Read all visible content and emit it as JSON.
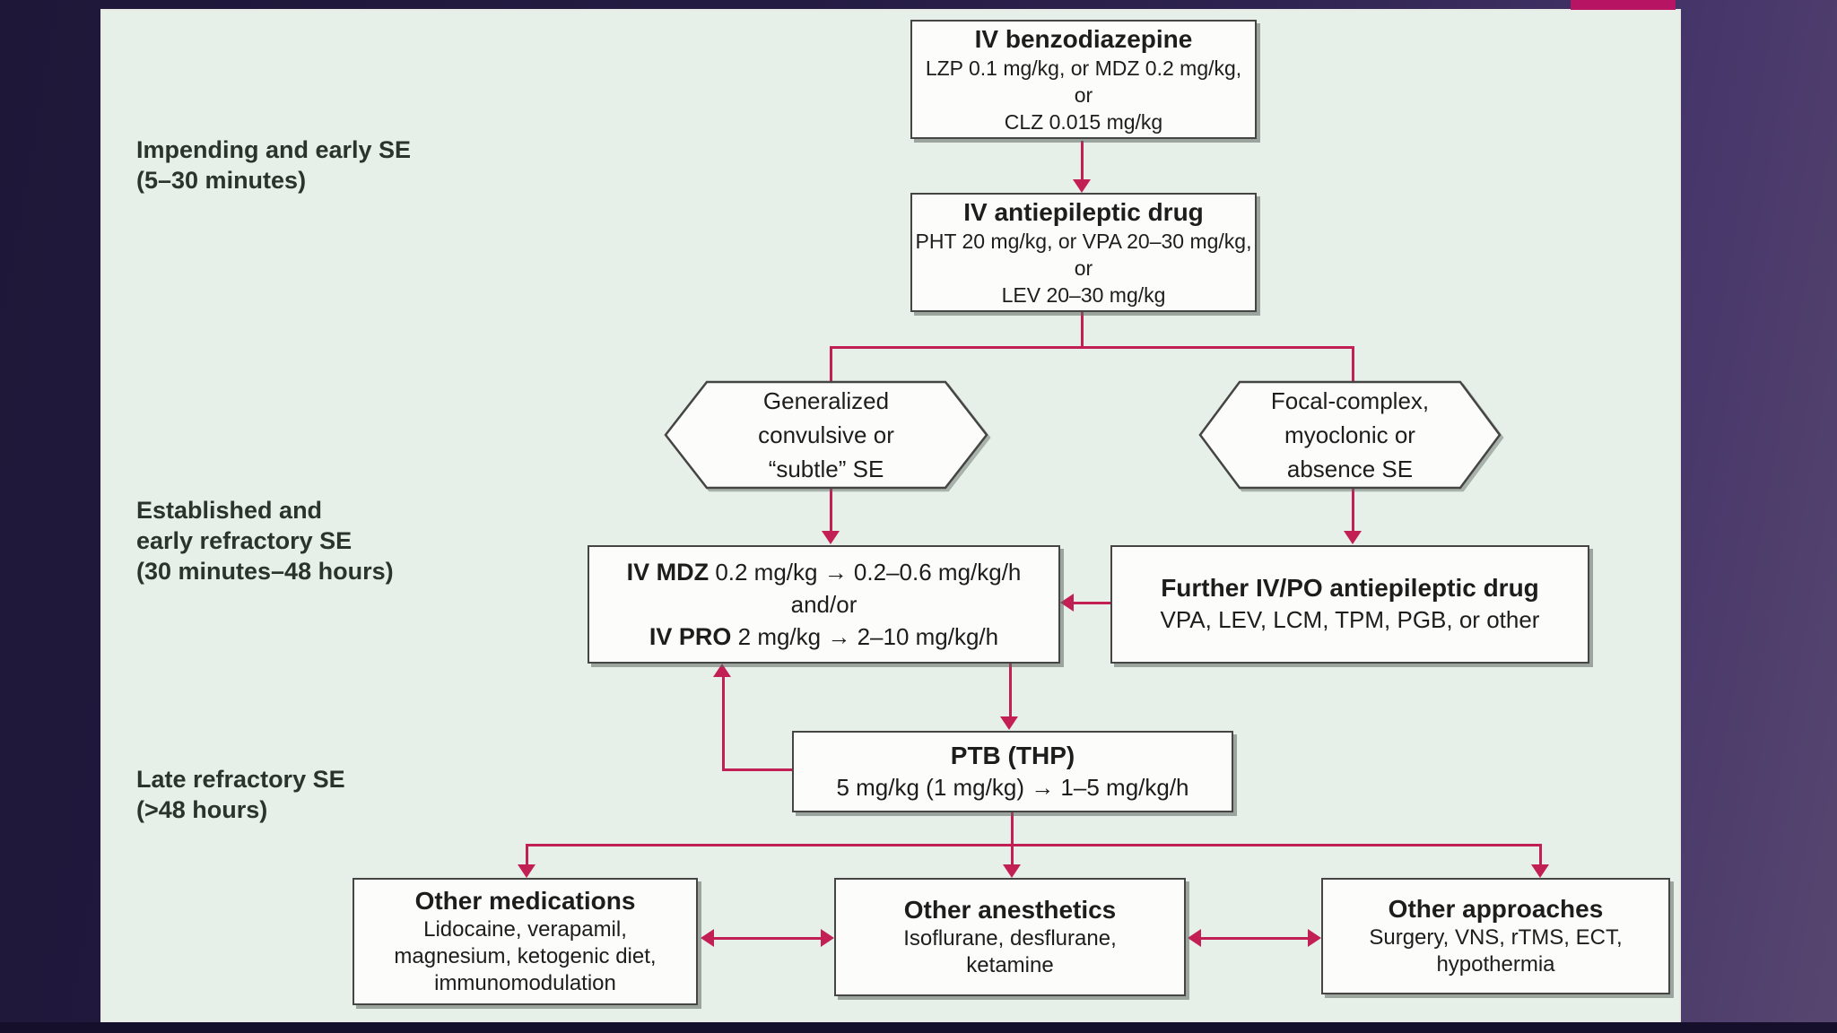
{
  "colors": {
    "accent_arrow": "#c22055",
    "accent_pink": "#b81464",
    "panel_bg": "#e6efe8",
    "background_purple": "#2e2350",
    "box_border": "#454543"
  },
  "stage_labels": [
    {
      "line1": "Impending and early SE",
      "line2": "(5–30 minutes)"
    },
    {
      "line1": "Established and",
      "line2": "early refractory SE",
      "line3": "(30 minutes–48 hours)"
    },
    {
      "line1": "Late refractory SE",
      "line2": "(>48 hours)"
    }
  ],
  "boxes": {
    "benzo": {
      "title": "IV benzodiazepine",
      "line1": "LZP 0.1 mg/kg, or MDZ 0.2 mg/kg,",
      "line2": "or",
      "line3": "CLZ 0.015 mg/kg"
    },
    "aed": {
      "title": "IV antiepileptic drug",
      "line1": "PHT 20 mg/kg, or VPA 20–30 mg/kg,",
      "line2": "or",
      "line3": "LEV 20–30 mg/kg"
    },
    "hex_left": {
      "line1": "Generalized",
      "line2": "convulsive or",
      "line3": "“subtle” SE"
    },
    "hex_right": {
      "line1": "Focal-complex,",
      "line2": "myoclonic or",
      "line3": "absence SE"
    },
    "mdz_pro": {
      "bold1": "IV MDZ",
      "rest1": " 0.2 mg/kg → 0.2–0.6 mg/kg/h",
      "mid": "and/or",
      "bold2": "IV PRO",
      "rest2": " 2 mg/kg → 2–10 mg/kg/h"
    },
    "further": {
      "title": "Further IV/PO antiepileptic drug",
      "line1": "VPA, LEV, LCM, TPM, PGB, or other"
    },
    "ptb": {
      "title": "PTB (THP)",
      "line1": "5 mg/kg (1 mg/kg) → 1–5 mg/kg/h"
    },
    "other_medications": {
      "title": "Other medications",
      "line1": "Lidocaine, verapamil,",
      "line2": "magnesium, ketogenic diet,",
      "line3": "immunomodulation"
    },
    "other_anesthetics": {
      "title": "Other anesthetics",
      "line1": "Isoflurane, desflurane,",
      "line2": "ketamine"
    },
    "other_approaches": {
      "title": "Other approaches",
      "line1": "Surgery, VNS, rTMS, ECT,",
      "line2": "hypothermia"
    }
  }
}
